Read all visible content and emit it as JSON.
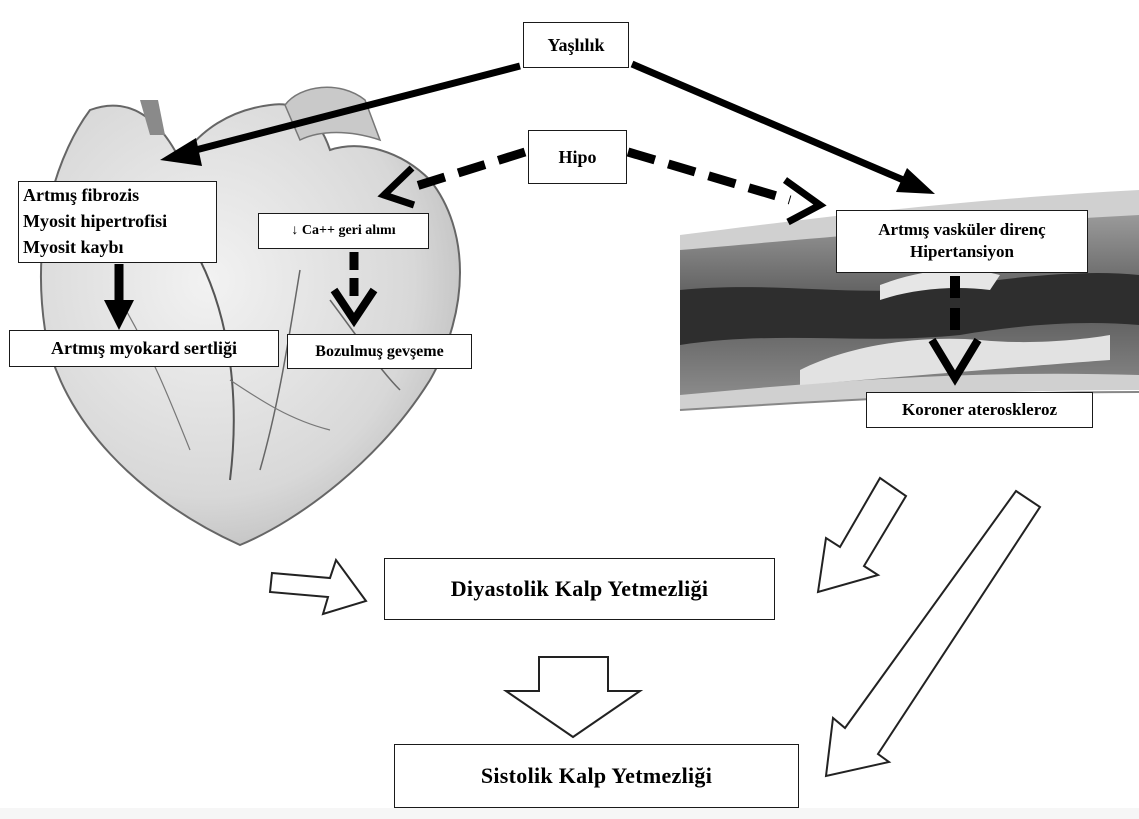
{
  "boxes": {
    "yaslilik": "Yaşlılık",
    "hipo": "Hipo",
    "left_lines": [
      "Artmış fibrozis",
      "Myosit hipertrofisi",
      "Myosit kaybı"
    ],
    "ca_reuptake": "↓ Ca++ geri alımı",
    "myocard_stiffness": "Artmış myokard sertliği",
    "impaired_relaxation": "Bozulmuş gevşeme",
    "vascular_lines": [
      "Artmış vasküler direnç",
      "Hipertansiyon"
    ],
    "coronary": "Koroner ateroskleroz",
    "diastolic_hf": "Diyastolik Kalp Yetmezliği",
    "systolic_hf": "Sistolik Kalp Yetmezliği"
  },
  "icons": [
    "heart-illustration",
    "artery-illustration"
  ],
  "colors": {
    "arrow": "#000000",
    "box_border": "#1a1a1a",
    "background": "#ffffff"
  }
}
